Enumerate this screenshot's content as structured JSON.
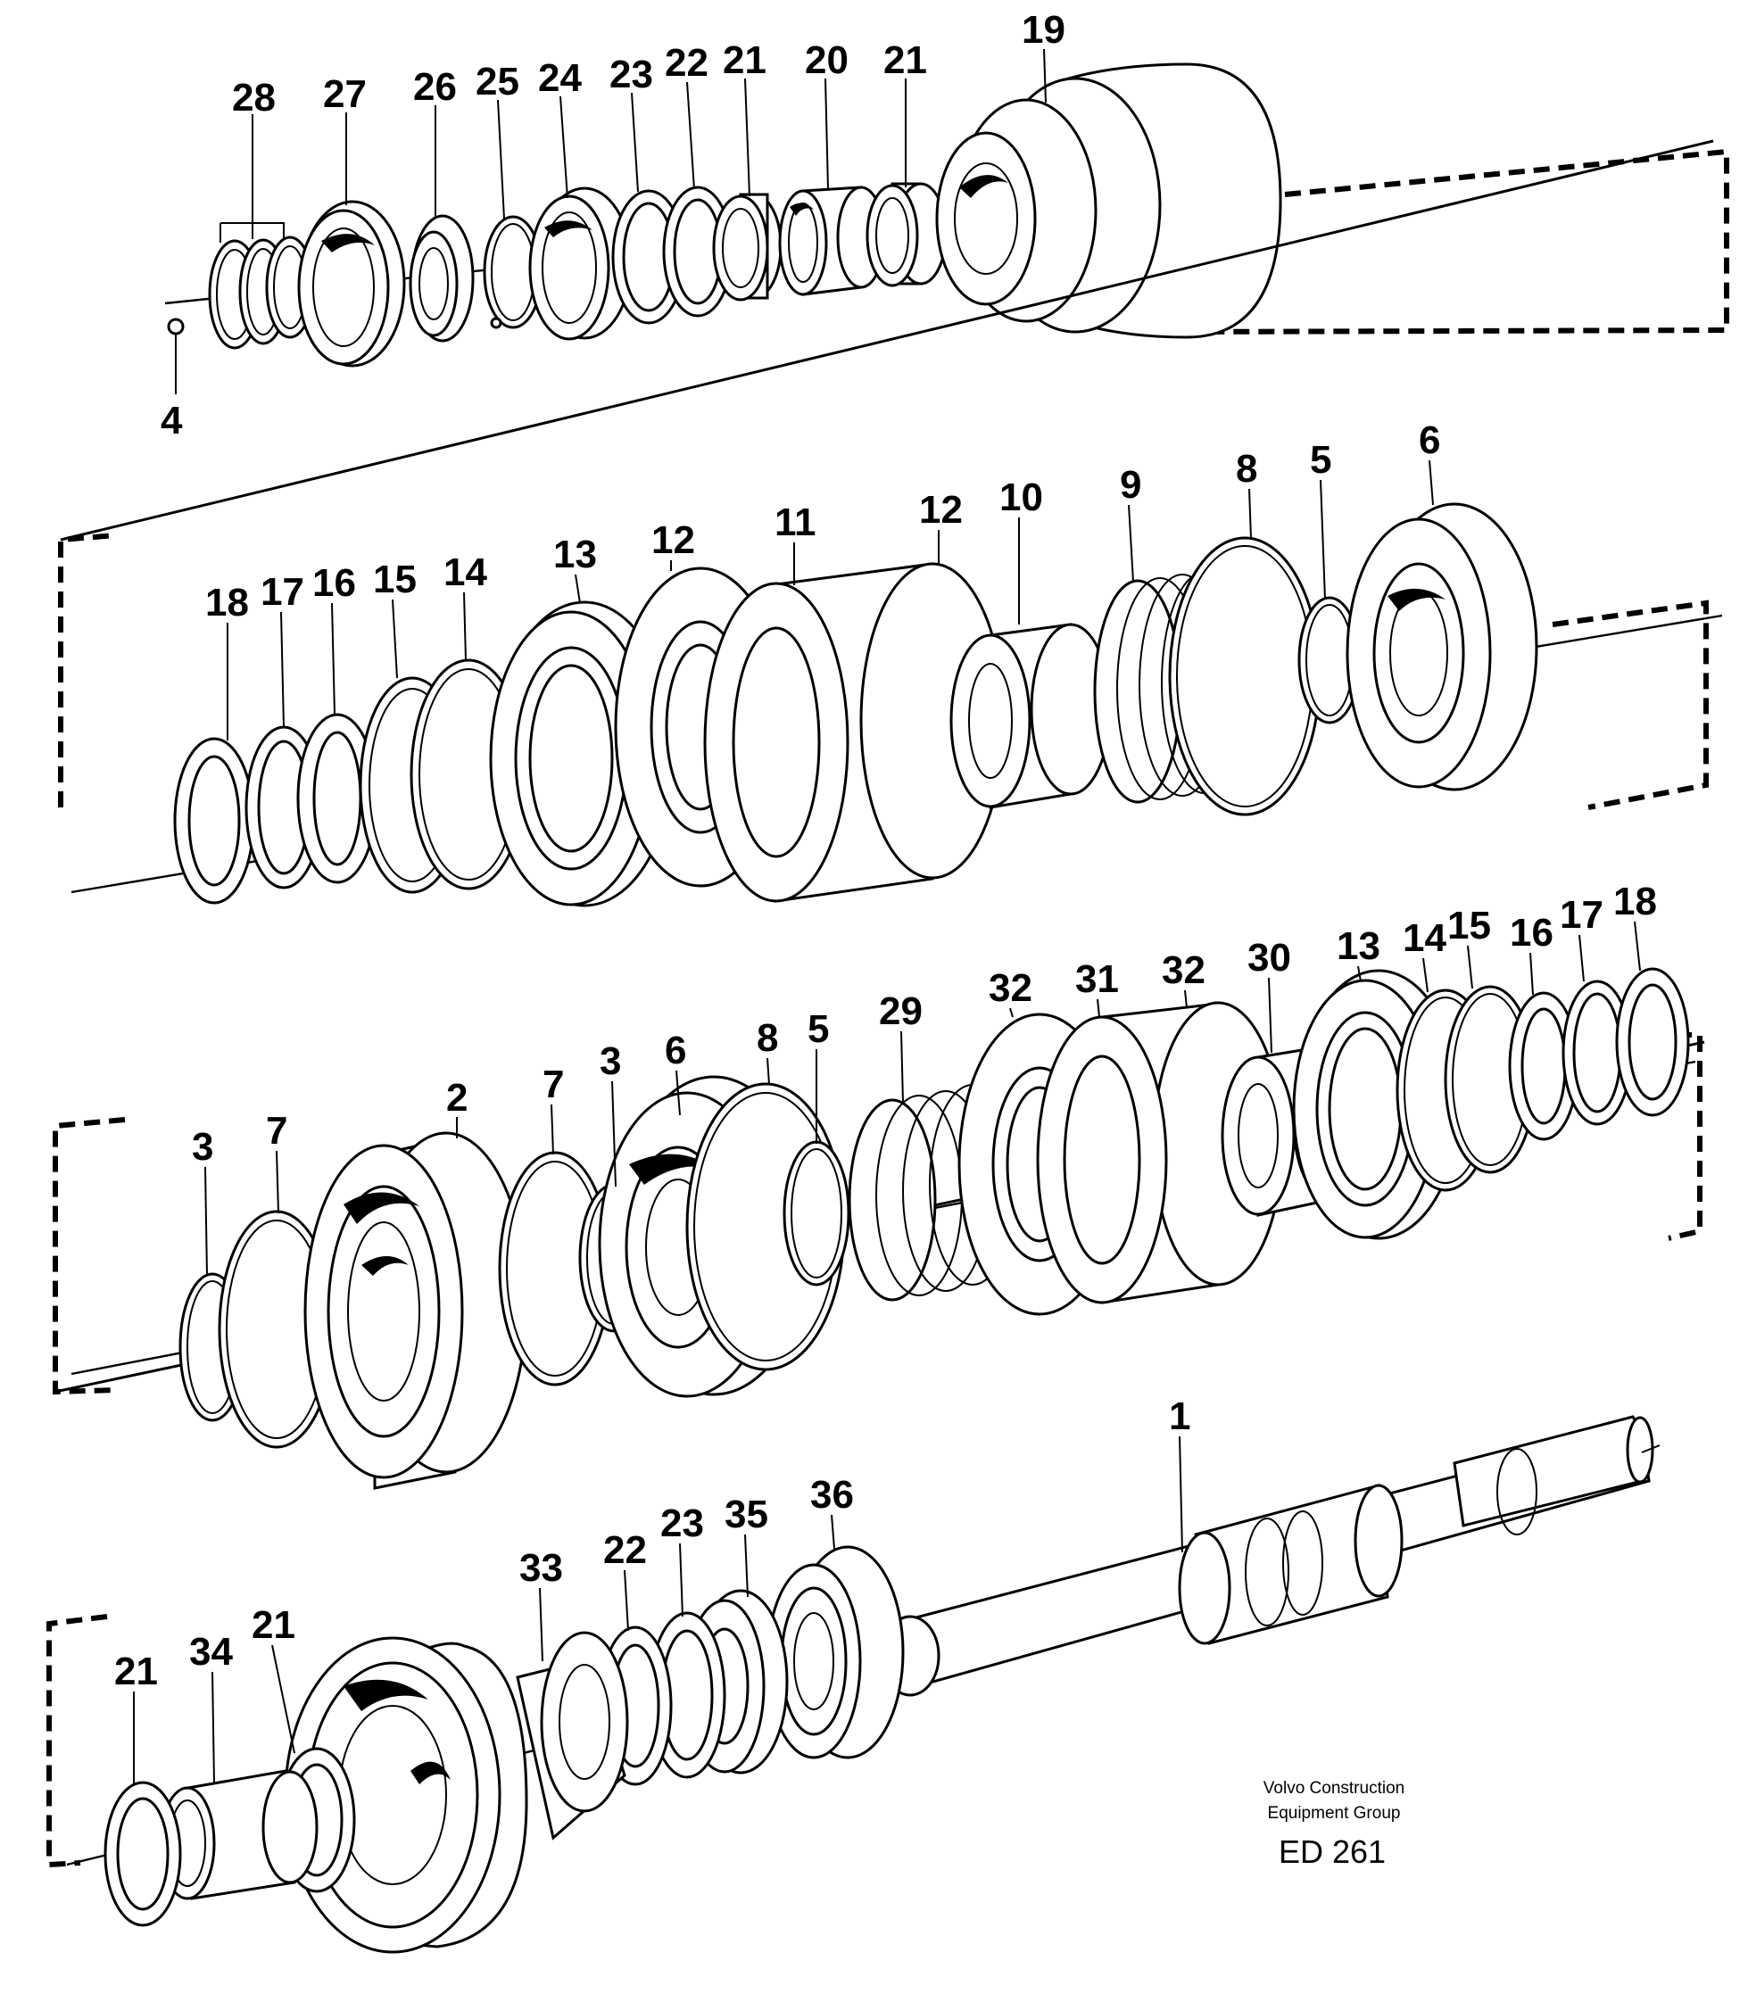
{
  "rows": [
    {
      "labels": [
        "28",
        "27",
        "26",
        "25",
        "24",
        "23",
        "22",
        "21",
        "20",
        "21",
        "19",
        "4"
      ]
    },
    {
      "labels": [
        "18",
        "17",
        "16",
        "15",
        "14",
        "13",
        "12",
        "11",
        "12",
        "10",
        "9",
        "8",
        "5",
        "6"
      ]
    },
    {
      "labels": [
        "3",
        "7",
        "2",
        "7",
        "3",
        "6",
        "8",
        "5",
        "29",
        "32",
        "31",
        "32",
        "30",
        "13",
        "14",
        "15",
        "16",
        "17",
        "18"
      ]
    },
    {
      "labels": [
        "21",
        "34",
        "21",
        "33",
        "22",
        "23",
        "35",
        "36",
        "1"
      ]
    }
  ],
  "credit": {
    "line1": "Volvo Construction",
    "line2": "Equipment Group",
    "code": "ED 261"
  }
}
